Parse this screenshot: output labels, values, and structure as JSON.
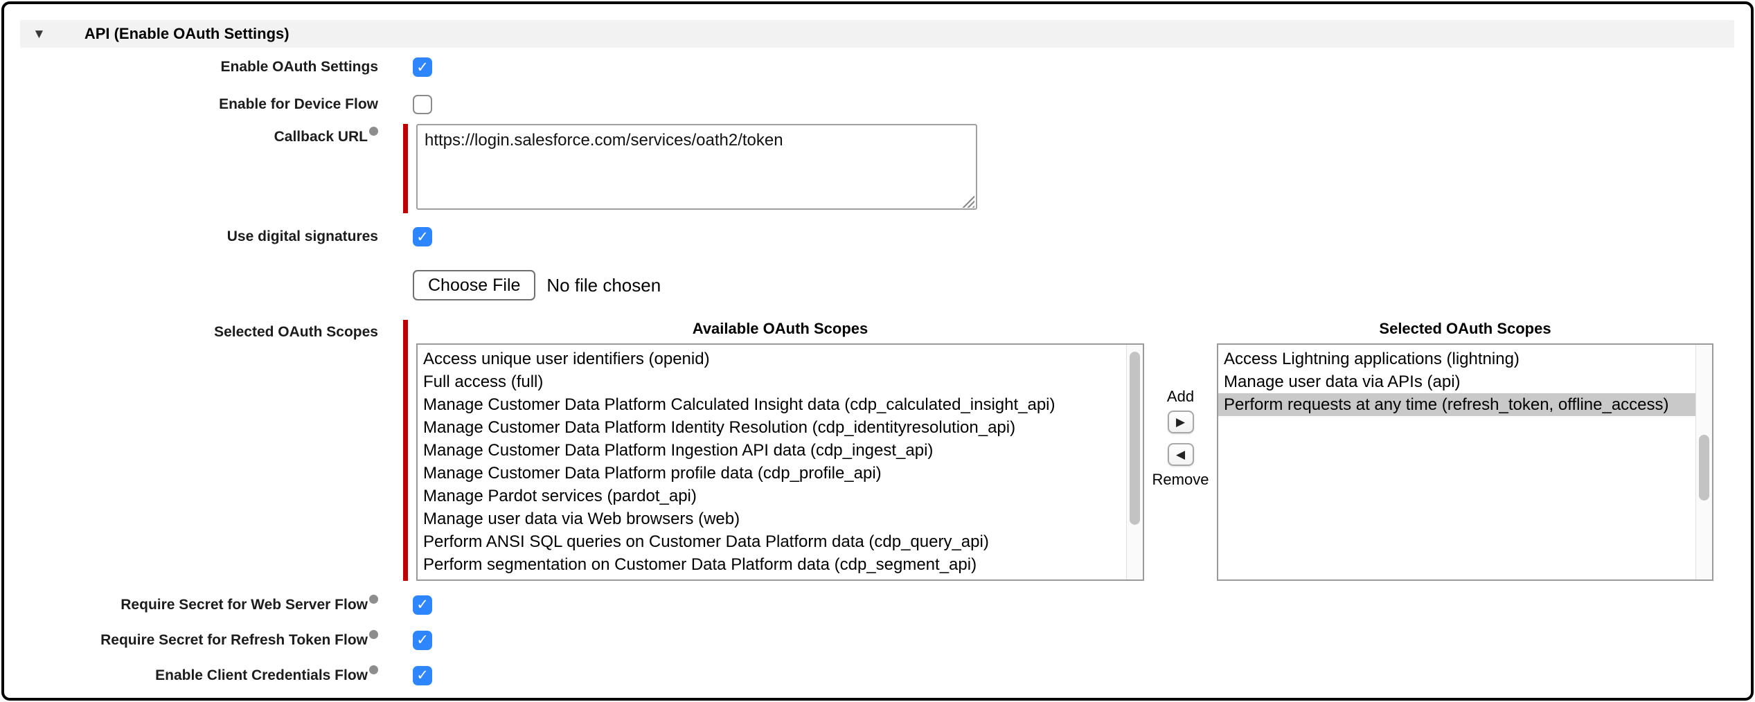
{
  "section": {
    "title": "API (Enable OAuth Settings)",
    "collapse_icon": "▼"
  },
  "rows": {
    "enable_oauth": {
      "label": "Enable OAuth Settings",
      "checked": true
    },
    "device_flow": {
      "label": "Enable for Device Flow",
      "checked": false
    },
    "callback_url": {
      "label": "Callback URL",
      "value": "https://login.salesforce.com/services/oath2/token",
      "required": true
    },
    "digital_signatures": {
      "label": "Use digital signatures",
      "checked": true
    },
    "certificate": {
      "button": "Choose File",
      "status": "No file chosen"
    },
    "scopes": {
      "label": "Selected OAuth Scopes",
      "required": true,
      "available_header": "Available OAuth Scopes",
      "selected_header": "Selected OAuth Scopes",
      "add": "Add",
      "remove": "Remove",
      "available": [
        "Access unique user identifiers (openid)",
        "Full access (full)",
        "Manage Customer Data Platform Calculated Insight data (cdp_calculated_insight_api)",
        "Manage Customer Data Platform Identity Resolution (cdp_identityresolution_api)",
        "Manage Customer Data Platform Ingestion API data (cdp_ingest_api)",
        "Manage Customer Data Platform profile data (cdp_profile_api)",
        "Manage Pardot services (pardot_api)",
        "Manage user data via Web browsers (web)",
        "Perform ANSI SQL queries on Customer Data Platform data (cdp_query_api)",
        "Perform segmentation on Customer Data Platform data (cdp_segment_api)"
      ],
      "selected": [
        "Access Lightning applications (lightning)",
        "Manage user data via APIs (api)",
        "Perform requests at any time (refresh_token, offline_access)"
      ],
      "highlighted_index": 2
    },
    "web_server_secret": {
      "label": "Require Secret for Web Server Flow",
      "checked": true
    },
    "refresh_token_secret": {
      "label": "Require Secret for Refresh Token Flow",
      "checked": true
    },
    "client_credentials": {
      "label": "Enable Client Credentials Flow",
      "checked": true
    }
  },
  "colors": {
    "required_red": "#c00000",
    "checkbox_blue": "#2e86ff",
    "highlight_gray": "#c9c9c9",
    "section_bar_gray": "#f2f2f2"
  }
}
